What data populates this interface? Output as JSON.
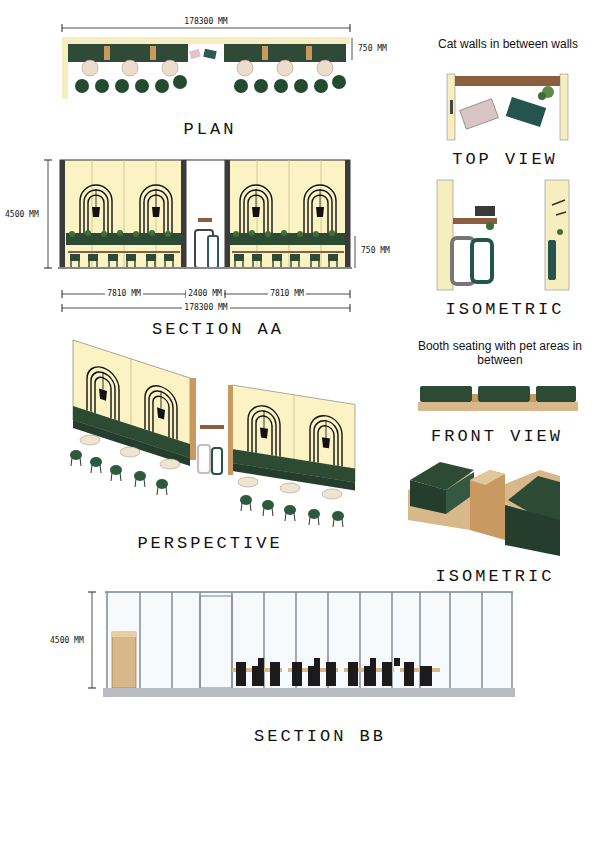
{
  "diagram": {
    "labels": [
      "178300 MM",
      "750 MM",
      "PLAN",
      "Cat walls in between walls",
      "TOP VIEW",
      "4500 MM",
      "750 MM",
      "7810 MM",
      "2400 MM",
      "7810 MM",
      "178300 MM",
      "SECTION AA",
      "ISOMETRIC",
      "Booth seating with pet areas in between",
      "FRONT VIEW",
      "PERSPECTIVE",
      "ISOMETRIC",
      "4500 MM",
      "SECTION BB"
    ]
  }
}
